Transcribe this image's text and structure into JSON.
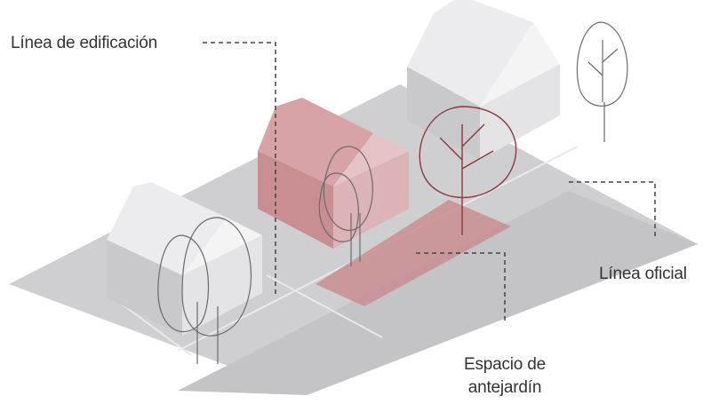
{
  "labels": {
    "building_line": "Línea de edificación",
    "official_line": "Línea oficial",
    "front_yard_line1": "Espacio de",
    "front_yard_line2": "antejardín"
  },
  "colors": {
    "ground": "#cfcfd1",
    "ground_shade": "#bdbdc0",
    "wall_front": "#c9c9cc",
    "wall_side": "#e4e4e6",
    "roof": "#ececee",
    "highlight": "#c98e92",
    "highlight_light": "#dcb3b6",
    "tree_stroke": "#6b6b6b",
    "tree_red": "#8a3a3c",
    "leader": "#444444",
    "text": "#333333"
  }
}
